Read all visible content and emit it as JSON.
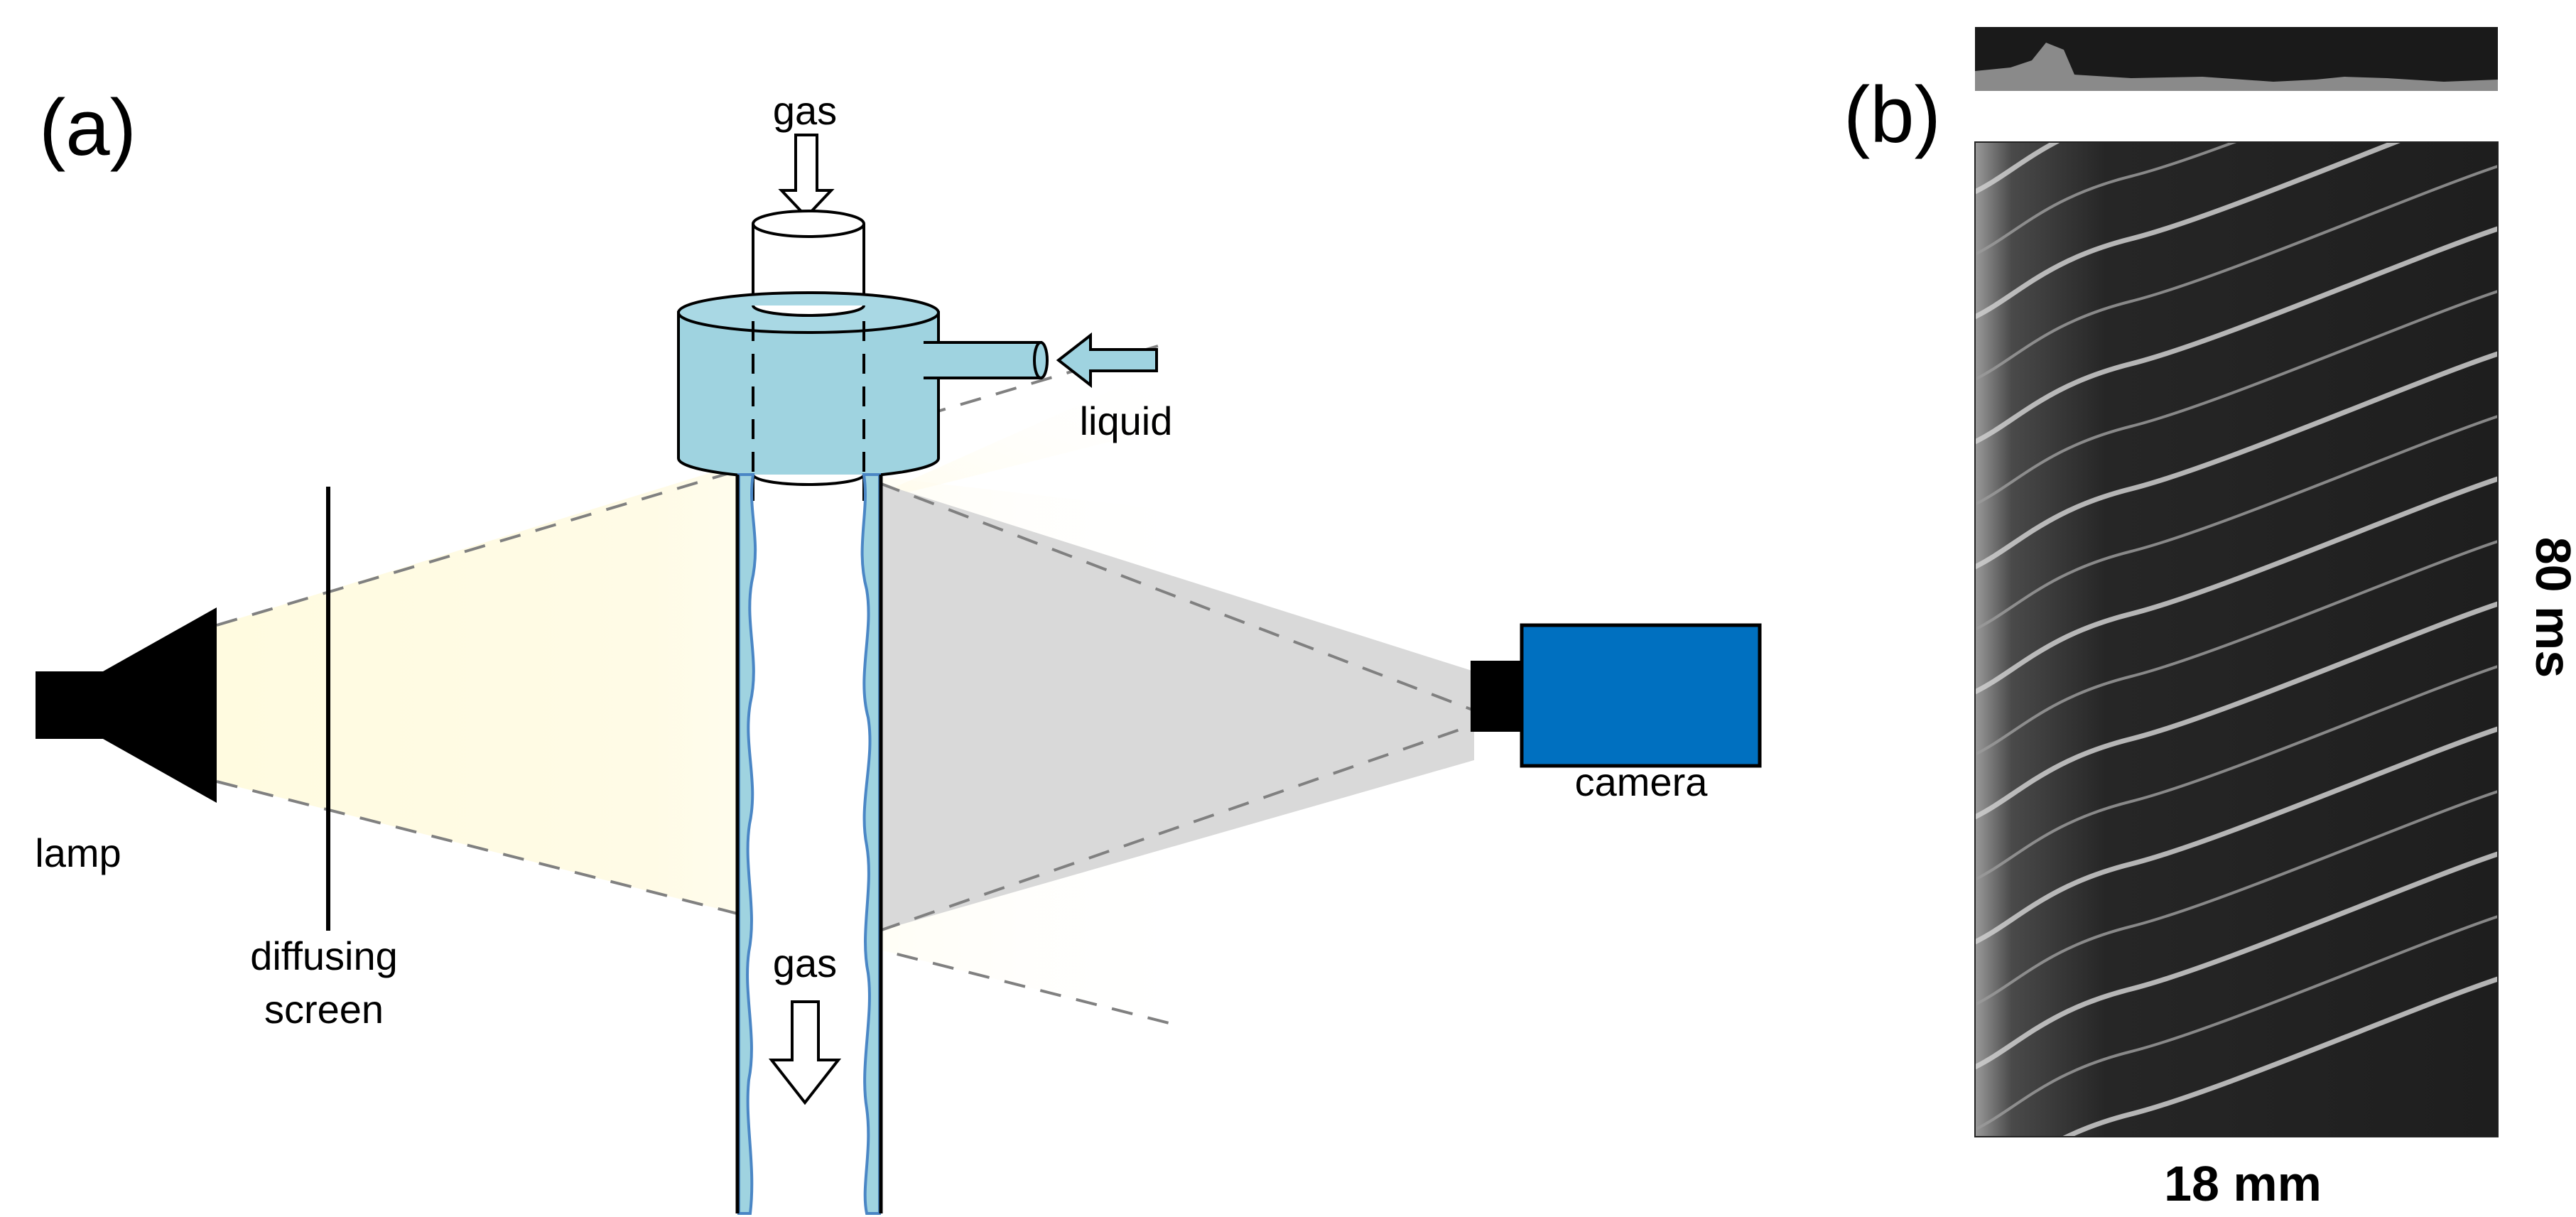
{
  "panel_a": {
    "label": "(a)",
    "gas_top_label": "gas",
    "liquid_label": "liquid",
    "lamp_label": "lamp",
    "screen_label_line1": "diffusing",
    "screen_label_line2": "screen",
    "gas_bottom_label": "gas",
    "camera_label": "camera"
  },
  "panel_b": {
    "label": "(b)",
    "x_scale_label": "18 mm",
    "y_scale_label": "80 ms"
  },
  "colors": {
    "liquid": "#9fd3e0",
    "film_edge": "#4a86c5",
    "camera_body": "#0070c0",
    "light_beam": "#fffbe0",
    "camera_view": "#d9d9d9",
    "background": "#ffffff"
  }
}
